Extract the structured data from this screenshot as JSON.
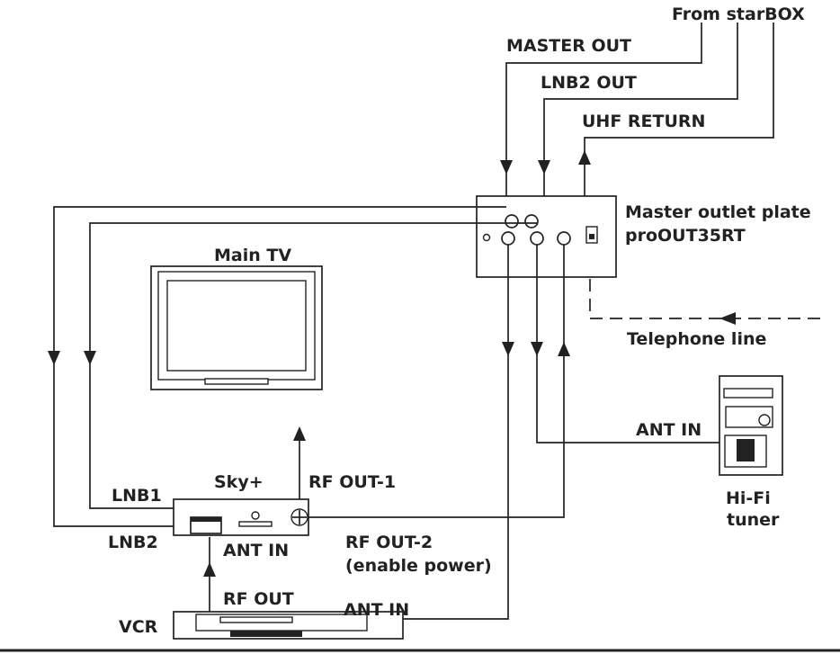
{
  "labels": {
    "from_starbox": "From starBOX",
    "master_out": "MASTER OUT",
    "lnb2_out": "LNB2 OUT",
    "uhf_return": "UHF RETURN",
    "master_plate_line1": "Master outlet plate",
    "master_plate_line2": "proOUT35RT",
    "main_tv": "Main TV",
    "telephone_line": "Telephone line",
    "ant_in_tuner": "ANT IN",
    "hifi_line1": "Hi-Fi",
    "hifi_line2": "tuner",
    "lnb1": "LNB1",
    "lnb2": "LNB2",
    "skyplus": "Sky+",
    "rf_out_1": "RF OUT-1",
    "rf_out_2": "RF OUT-2",
    "enable_power": "(enable power)",
    "ant_in_sky": "ANT IN",
    "rf_out_vcr": "RF OUT",
    "ant_in_vcr": "ANT IN",
    "vcr": "VCR"
  }
}
